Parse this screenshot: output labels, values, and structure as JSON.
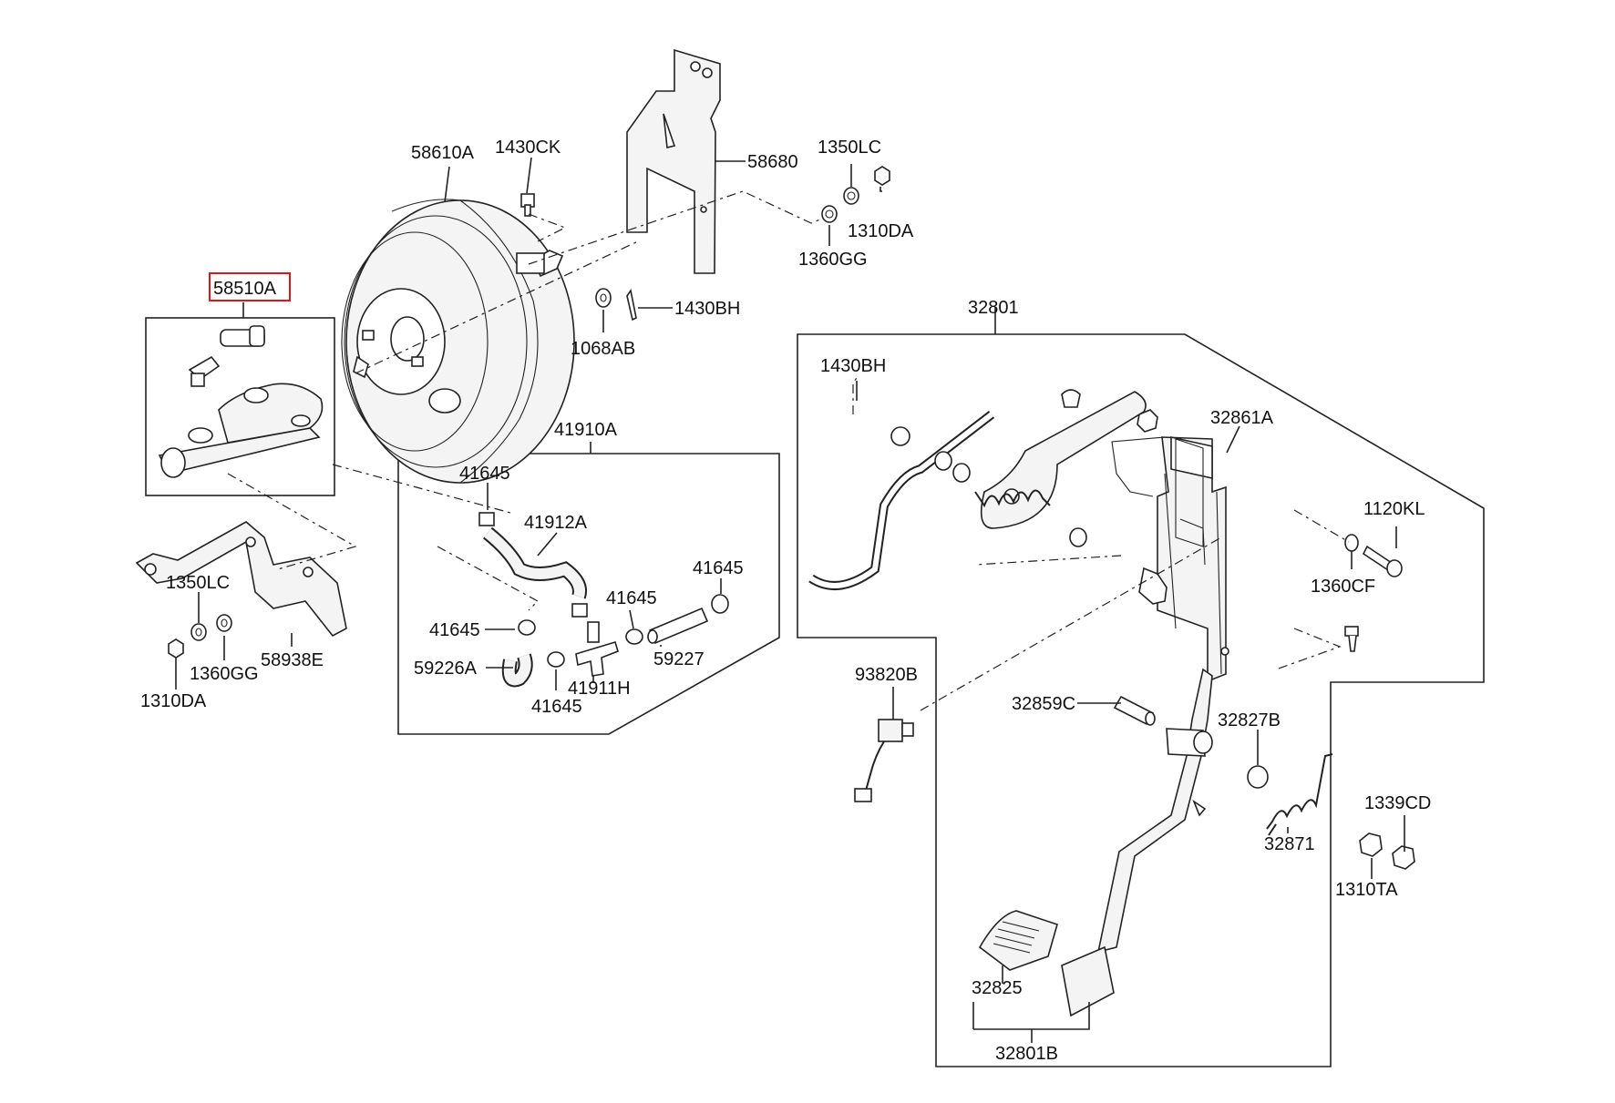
{
  "diagram": {
    "highlight_color": "#e0141b",
    "labels": {
      "l58610A": "58610A",
      "l1430CK": "1430CK",
      "l58680": "58680",
      "l1350LC_a": "1350LC",
      "l1310DA_a": "1310DA",
      "l1360GG_a": "1360GG",
      "l58510A": "58510A",
      "l1068AB": "1068AB",
      "l1430BH_a": "1430BH",
      "l32801": "32801",
      "l1430BH_b": "1430BH",
      "l32861A": "32861A",
      "l1120KL": "1120KL",
      "l1360CF": "1360CF",
      "l41910A": "41910A",
      "l41645_a": "41645",
      "l41912A": "41912A",
      "l41645_b": "41645",
      "l41645_c": "41645",
      "l41645_d": "41645",
      "l59227": "59227",
      "l59226A": "59226A",
      "l41911H": "41911H",
      "l41645_e": "41645",
      "l1350LC_b": "1350LC",
      "l1360GG_b": "1360GG",
      "l58938E": "58938E",
      "l1310DA_b": "1310DA",
      "l93820B": "93820B",
      "l32859C": "32859C",
      "l32827B": "32827B",
      "l32871": "32871",
      "l1339CD": "1339CD",
      "l1310TA": "1310TA",
      "l32825": "32825",
      "l32801B": "32801B"
    }
  }
}
